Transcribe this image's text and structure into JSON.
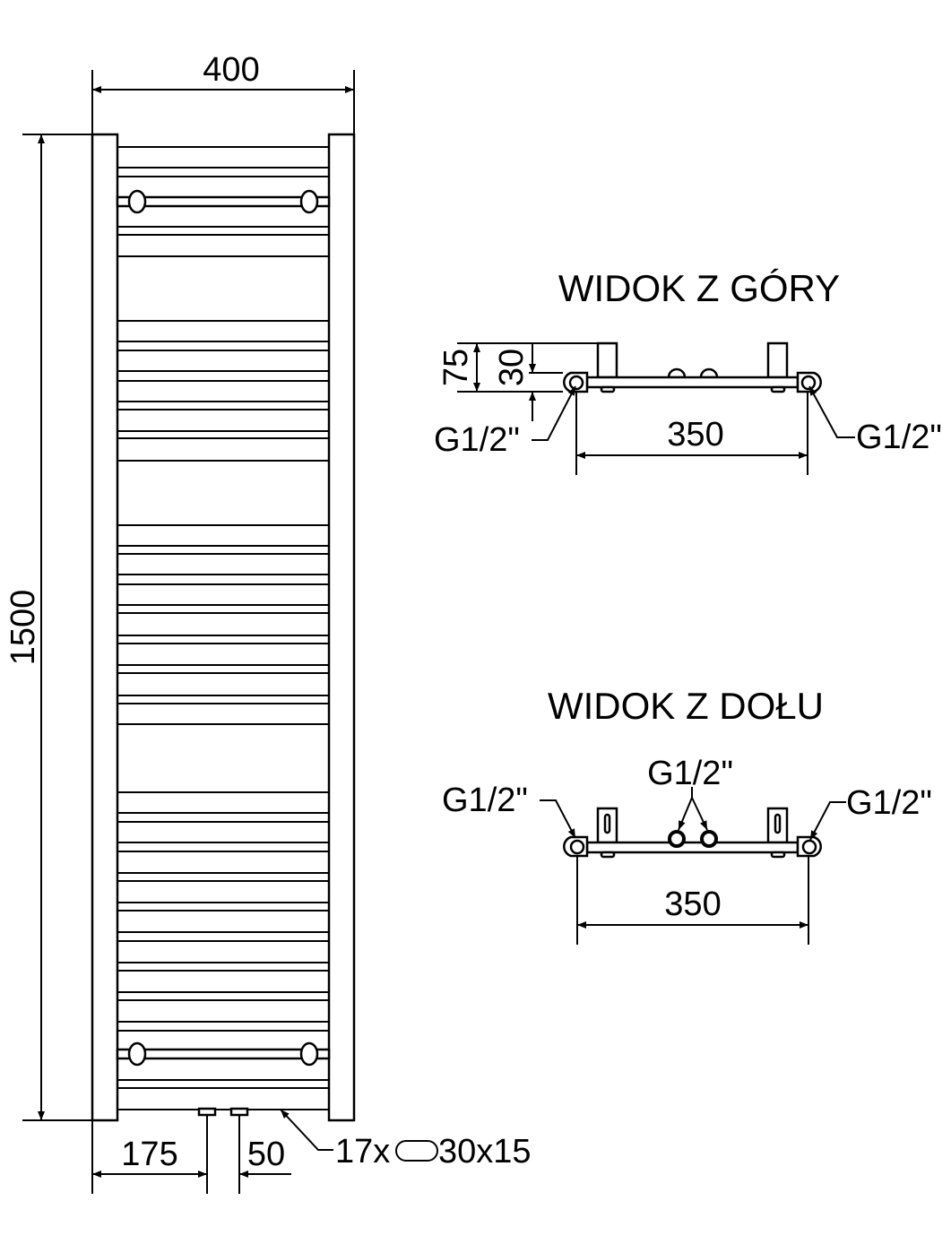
{
  "front_view": {
    "width_dim": "400",
    "height_dim": "1500",
    "left_offset_dim": "175",
    "connection_spacing_dim": "50",
    "tube_count": "17x",
    "tube_profile": "30x15"
  },
  "top_view": {
    "title": "WIDOK Z GÓRY",
    "depth_dim": "75",
    "offset_dim": "30",
    "left_connection": "G1/2\"",
    "right_connection": "G1/2\"",
    "spacing_dim": "350"
  },
  "bottom_view": {
    "title": "WIDOK Z DOŁU",
    "left_connection": "G1/2\"",
    "center_connection": "G1/2\"",
    "right_connection": "G1/2\"",
    "spacing_dim": "350"
  },
  "colors": {
    "line": "#000000",
    "background": "#ffffff"
  }
}
